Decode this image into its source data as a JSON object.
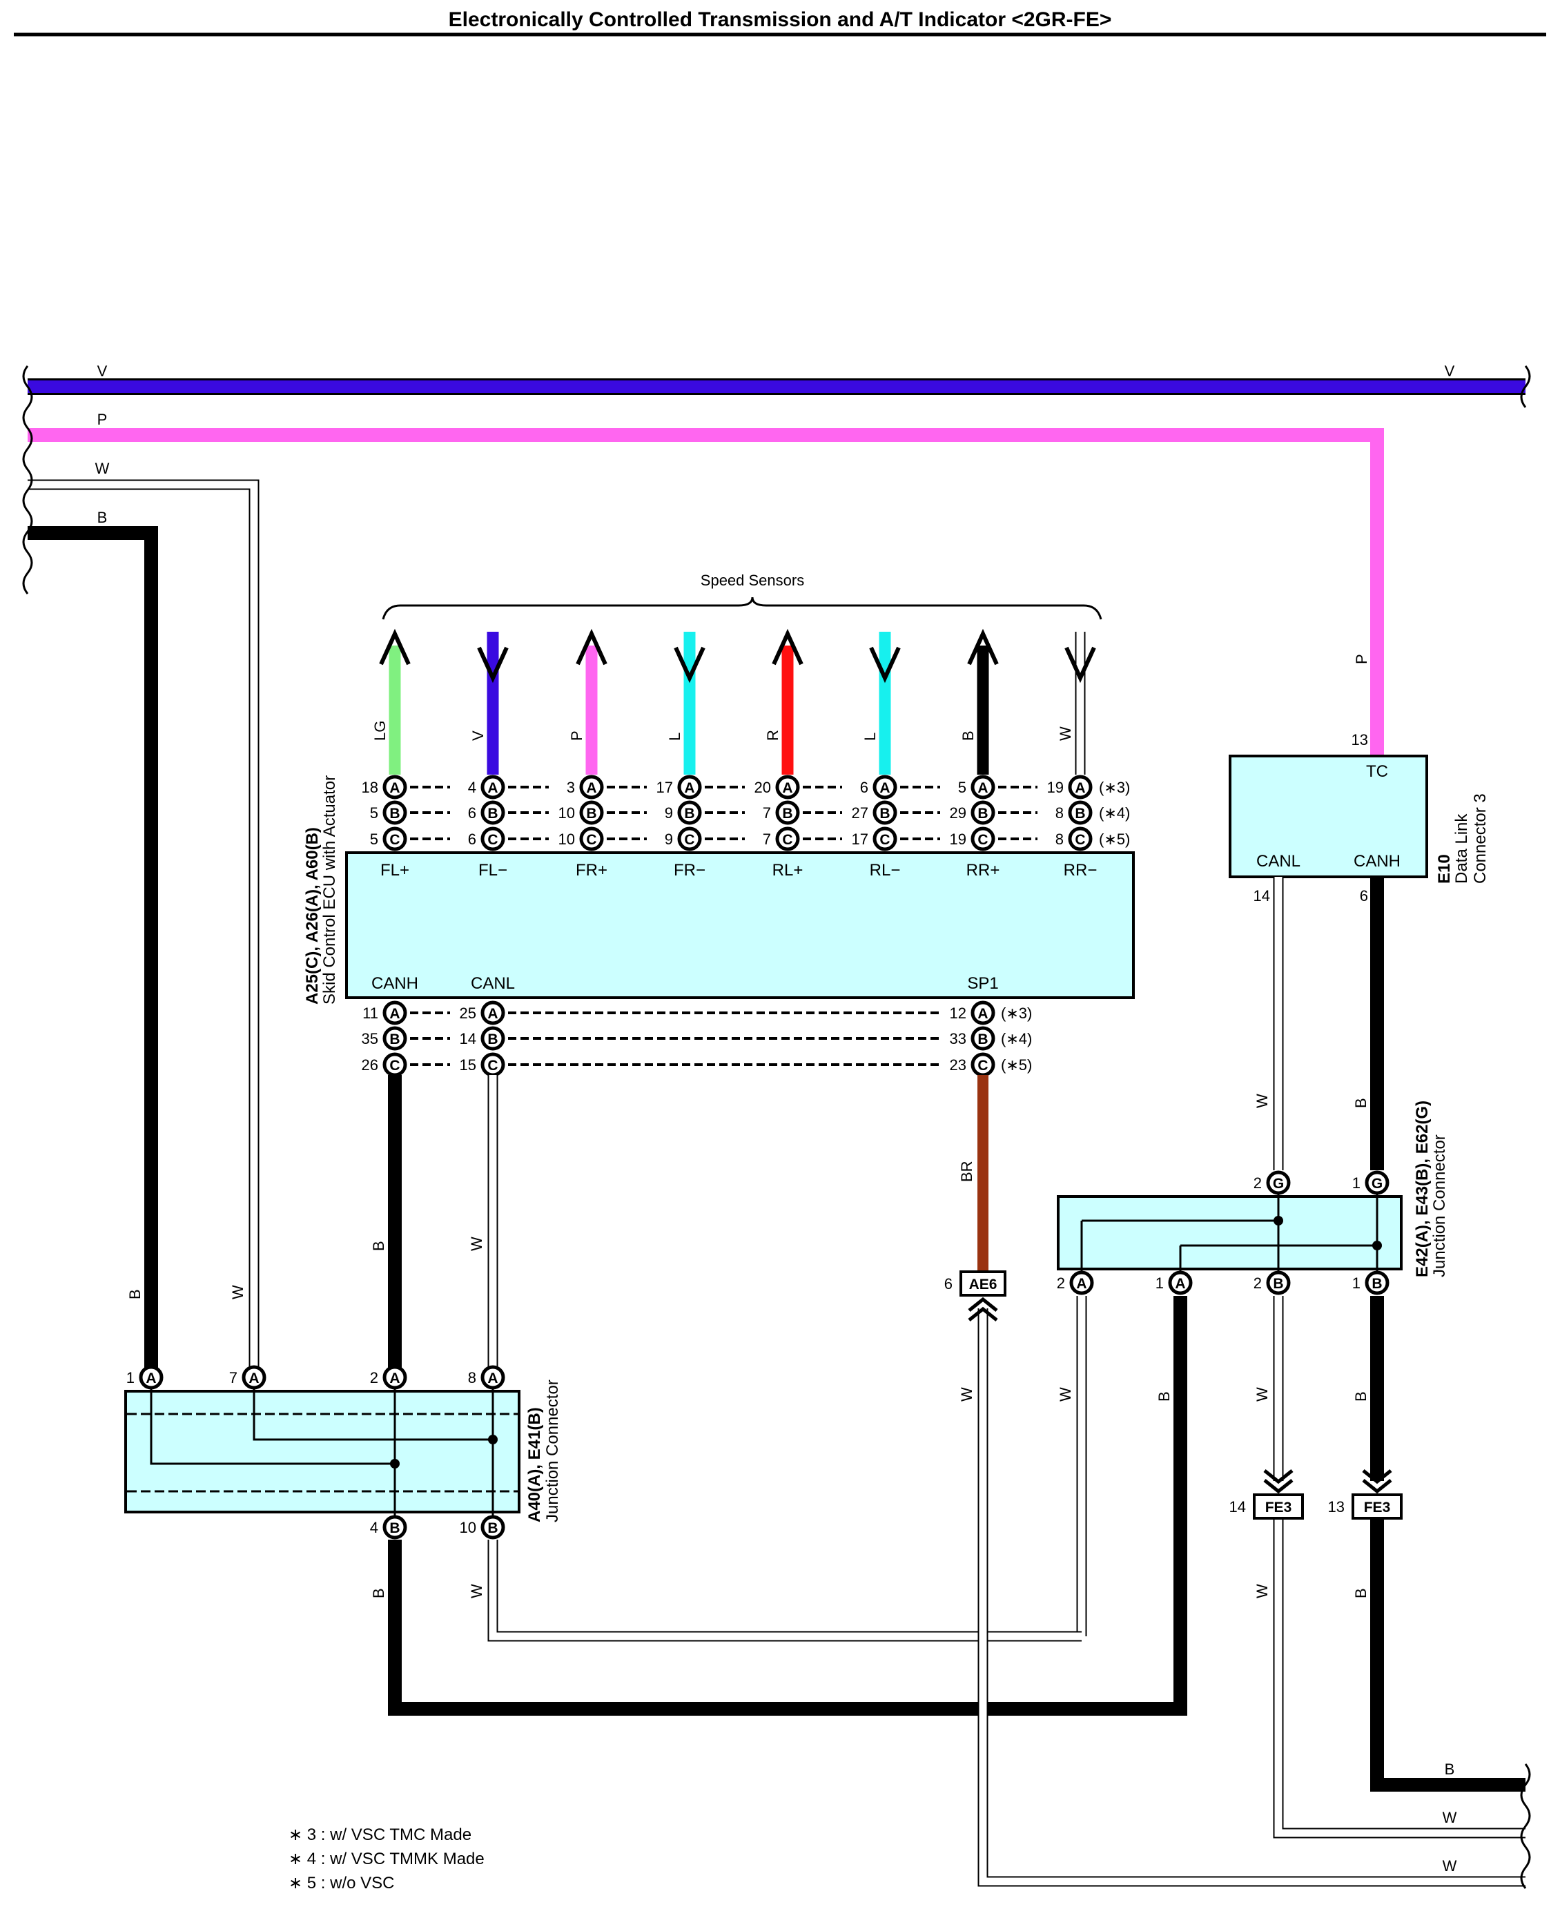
{
  "title": "Electronically Controlled Transmission and A/T Indicator <2GR-FE>",
  "speed_sensors_label": "Speed Sensors",
  "colors": {
    "V": "#3a0ae0",
    "P": "#ff66f0",
    "LG": "#80f080",
    "L": "#17f0ee",
    "R": "#ff1010",
    "B": "#000000",
    "BR": "#9a3311",
    "W": "#ffffff",
    "box": "#ccffff"
  },
  "bus_wires": [
    {
      "label": "V",
      "right_label": "V"
    },
    {
      "label": "P"
    },
    {
      "label": "W"
    },
    {
      "label": "B"
    }
  ],
  "sensors": [
    {
      "color": "LG",
      "dir": "up"
    },
    {
      "color": "V",
      "dir": "down"
    },
    {
      "color": "P",
      "dir": "up"
    },
    {
      "color": "L",
      "dir": "down"
    },
    {
      "color": "R",
      "dir": "up"
    },
    {
      "color": "L",
      "dir": "down"
    },
    {
      "color": "B",
      "dir": "up"
    },
    {
      "color": "W",
      "dir": "down"
    }
  ],
  "ecu": {
    "name": "Skid Control ECU with Actuator",
    "code": "A25(C), A26(A), A60(B)",
    "terminals_top": [
      "FL+",
      "FL−",
      "FR+",
      "FR−",
      "RL+",
      "RL−",
      "RR+",
      "RR−"
    ],
    "top_pins": [
      {
        "letter": "A",
        "nums": [
          "18",
          "4",
          "3",
          "17",
          "20",
          "6",
          "5",
          "19"
        ],
        "note": "(∗3)"
      },
      {
        "letter": "B",
        "nums": [
          "5",
          "6",
          "10",
          "9",
          "7",
          "27",
          "29",
          "8"
        ],
        "note": "(∗4)"
      },
      {
        "letter": "C",
        "nums": [
          "5",
          "6",
          "10",
          "9",
          "7",
          "17",
          "19",
          "8"
        ],
        "note": "(∗5)"
      }
    ],
    "terminals_bottom": [
      "CANH",
      "CANL",
      "SP1"
    ],
    "bottom_pins": [
      {
        "letter": "A",
        "nums": [
          "11",
          "25",
          "12"
        ],
        "note": "(∗3)"
      },
      {
        "letter": "B",
        "nums": [
          "35",
          "14",
          "33"
        ],
        "note": "(∗4)"
      },
      {
        "letter": "C",
        "nums": [
          "26",
          "15",
          "23"
        ],
        "note": "(∗5)"
      }
    ]
  },
  "dlc": {
    "code": "E10",
    "name_line1": "Data Link",
    "name_line2": "Connector 3",
    "tc": "TC",
    "canl": "CANL",
    "canh": "CANH",
    "pin_tc": "13",
    "pin_canl": "14",
    "pin_canh": "6"
  },
  "jc_left": {
    "code": "A40(A), E41(B)",
    "name": "Junction Connector",
    "top": [
      {
        "num": "1",
        "letter": "A"
      },
      {
        "num": "7",
        "letter": "A"
      },
      {
        "num": "2",
        "letter": "A"
      },
      {
        "num": "8",
        "letter": "A"
      }
    ],
    "bottom": [
      {
        "num": "4",
        "letter": "B"
      },
      {
        "num": "10",
        "letter": "B"
      }
    ]
  },
  "jc_right": {
    "code": "E42(A), E43(B), E62(G)",
    "name": "Junction Connector",
    "top": [
      {
        "num": "2",
        "letter": "G"
      },
      {
        "num": "1",
        "letter": "G"
      }
    ],
    "bottom": [
      {
        "num": "2",
        "letter": "A"
      },
      {
        "num": "1",
        "letter": "A"
      },
      {
        "num": "2",
        "letter": "B"
      },
      {
        "num": "1",
        "letter": "B"
      }
    ]
  },
  "inline_connectors": [
    {
      "num": "6",
      "name": "AE6"
    },
    {
      "num": "14",
      "name": "FE3"
    },
    {
      "num": "13",
      "name": "FE3"
    }
  ],
  "wire_labels": {
    "ecu_canh": "B",
    "ecu_canl": "W",
    "sp1": "BR",
    "dlc_tc": "P",
    "dlc_canl": "W",
    "dlc_canh": "B",
    "left_b": "B",
    "left_w": "W",
    "jcl_out_b": "B",
    "jcl_out_w": "W",
    "ae6_w": "W",
    "jcr_a2": "W",
    "jcr_a1": "B",
    "jcr_b2": "W",
    "jcr_b1": "B",
    "fe3_14": "W",
    "fe3_13": "B",
    "exit_b": "B",
    "exit_w1": "W",
    "exit_w2": "W"
  },
  "notes": [
    "∗ 3 : w/ VSC TMC Made",
    "∗ 4 : w/ VSC TMMK Made",
    "∗ 5 : w/o VSC"
  ]
}
